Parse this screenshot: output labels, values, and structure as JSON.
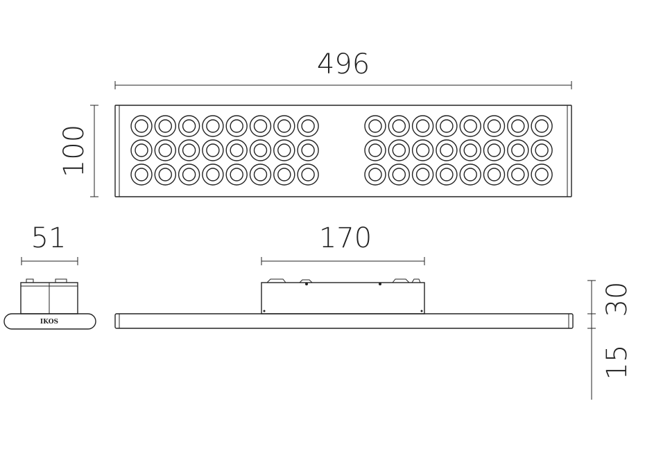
{
  "dimensions": {
    "length": "496",
    "width": "100",
    "side_width": "51",
    "box_length": "170",
    "box_height": "30",
    "body_height": "15"
  },
  "logo": "IKOS",
  "leds": {
    "groups": 2,
    "rows": 3,
    "cols": 8
  }
}
